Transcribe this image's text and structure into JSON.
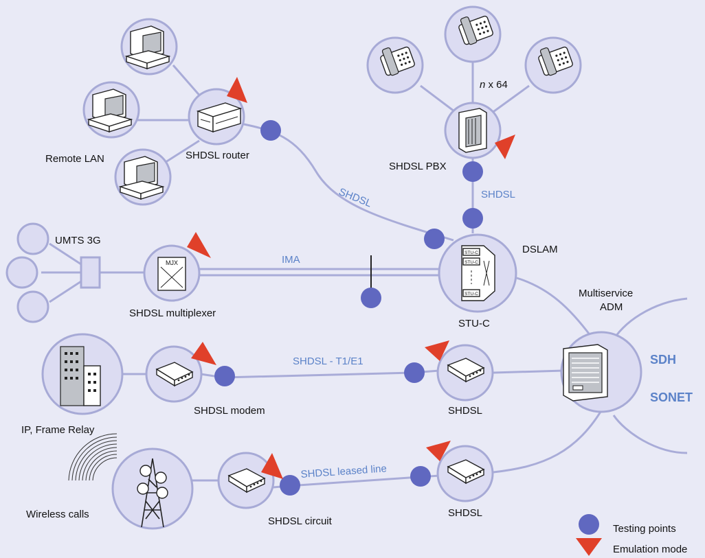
{
  "labels": {
    "remote_lan": "Remote LAN",
    "shdsl_router": "SHDSL router",
    "shdsl_pbx": "SHDSL PBX",
    "n_italic": "n",
    "x64": " x 64",
    "shdsl_link1": "SHDSL",
    "shdsl_link2": "SHDSL",
    "umts": "UMTS 3G",
    "ima": "IMA",
    "dslam": "DSLAM",
    "shdsl_multiplexer": "SHDSL multiplexer",
    "stu_c": "STU-C",
    "multiservice": "Multiservice",
    "adm": "ADM",
    "sdh": "SDH",
    "sonet": "SONET",
    "t1e1": "SHDSL - T1/E1",
    "shdsl_modem": "SHDSL modem",
    "shdsl_right1": "SHDSL",
    "ip_frame_relay": "IP, Frame Relay",
    "leased_line": "SHDSL leased line",
    "wireless_calls": "Wireless calls",
    "shdsl_circuit": "SHDSL circuit",
    "shdsl_right2": "SHDSL",
    "mux_tag": "MJX",
    "stu_slot": "STU-C"
  },
  "legend": {
    "testing_points": "Testing points",
    "emulation_mode": "Emulation mode"
  },
  "colors": {
    "background": "#e9eaf6",
    "link": "#a9acd8",
    "testing_point": "#6068c0",
    "emulation": "#e0402a",
    "accent_text": "#5b82c8"
  }
}
